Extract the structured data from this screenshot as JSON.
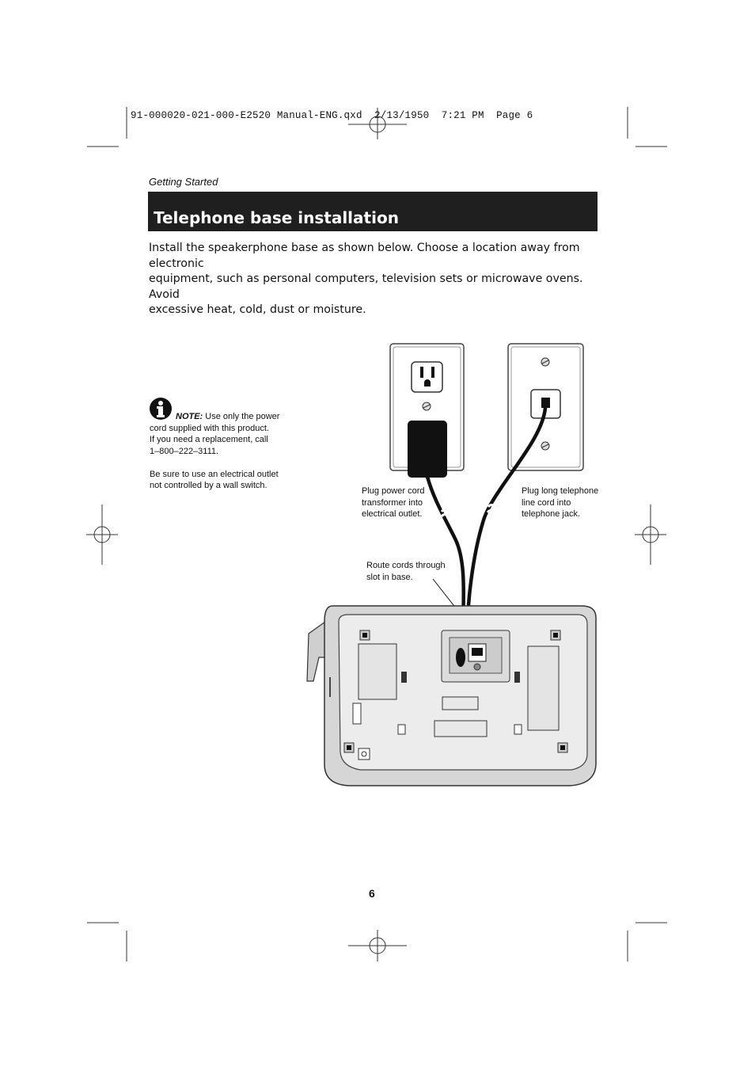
{
  "slug_line": "91-000020-021-000-E2520 Manual-ENG.qxd  2/13/1950  7:21 PM  Page 6",
  "section": "Getting Started",
  "title": "Telephone base installation",
  "intro": [
    "Install the speakerphone base as shown below. Choose a location away from electronic",
    "equipment, such as personal computers, television sets or microwave ovens. Avoid",
    "excessive heat, cold, dust or moisture."
  ],
  "note": {
    "label": "NOTE:",
    "lines": [
      "Use only the power",
      "cord supplied with this product.",
      "If you need a replacement, call",
      "1–800–222–3111."
    ],
    "lines2": [
      "Be sure to use an electrical outlet",
      "not controlled by a wall switch."
    ]
  },
  "callouts": {
    "power": [
      "Plug power cord",
      "transformer into",
      "electrical outlet."
    ],
    "phone": [
      "Plug long telephone",
      "line cord into",
      "telephone jack."
    ],
    "route": [
      "Route cords through",
      "slot in base."
    ]
  },
  "page_number": "6",
  "colors": {
    "banner": "#1f1f1f",
    "banner_text": "#ffffff",
    "base_fill": "#e3e3e3",
    "cord": "#111111"
  }
}
